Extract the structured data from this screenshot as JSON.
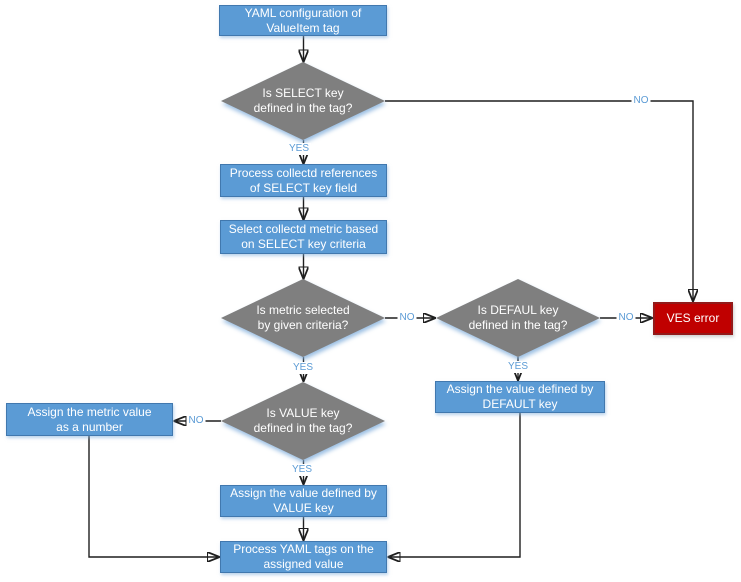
{
  "canvas": {
    "background": "#FFFFFF"
  },
  "colors": {
    "process_fill": "#5B9BD5",
    "process_border": "#4178AE",
    "decision_fill": "#7F7F7F",
    "error_fill": "#C00000",
    "error_border": "#921A1A",
    "connector": "#1F1F1F",
    "branch_label": "#5B9BD5",
    "node_text": "#FFFFFF"
  },
  "nodes": {
    "yaml_config": {
      "type": "process",
      "label": "YAML configuration of\nValueItem tag"
    },
    "select_decision": {
      "type": "decision",
      "label": "Is SELECT key\ndefined in the tag?"
    },
    "process_references": {
      "type": "process",
      "label": "Process collectd references\nof SELECT key field"
    },
    "select_metric": {
      "type": "process",
      "label": "Select collectd metric based\non SELECT key criteria"
    },
    "metric_decision": {
      "type": "decision",
      "label": "Is metric selected\nby given criteria?"
    },
    "default_decision": {
      "type": "decision",
      "label": "Is DEFAUL key\ndefined in the tag?"
    },
    "ves_error": {
      "type": "error",
      "label": "VES error"
    },
    "assign_default": {
      "type": "process",
      "label": "Assign the value defined by\nDEFAULT key"
    },
    "value_decision": {
      "type": "decision",
      "label": "Is VALUE key\ndefined in the tag?"
    },
    "assign_metric": {
      "type": "process",
      "label": "Assign the metric value\nas a number"
    },
    "assign_value": {
      "type": "process",
      "label": "Assign the value defined by\nVALUE key"
    },
    "process_yaml_tags": {
      "type": "process",
      "label": "Process YAML tags on the\nassigned value"
    }
  },
  "edge_labels": {
    "select_yes": "YES",
    "select_no": "NO",
    "metric_yes": "YES",
    "metric_no": "NO",
    "default_yes": "YES",
    "default_no": "NO",
    "value_yes": "YES",
    "value_no": "NO"
  }
}
